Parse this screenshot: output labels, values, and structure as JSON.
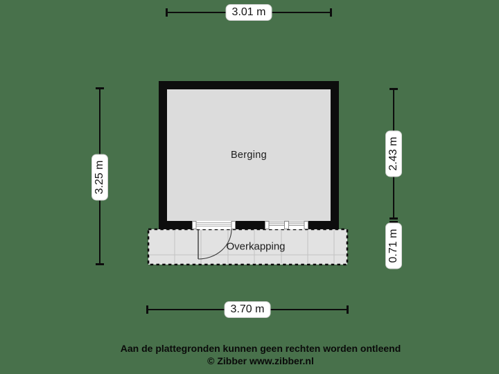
{
  "plan": {
    "rooms": {
      "main_label": "Berging",
      "canopy_label": "Overkapping"
    },
    "dimensions": {
      "top": "3.01 m",
      "left": "3.25 m",
      "right_upper": "2.43 m",
      "right_lower": "0.71 m",
      "bottom": "3.70 m"
    }
  },
  "footer": {
    "disclaimer": "Aan de plattegronden kunnen geen rechten worden ontleend",
    "copyright": "© Zibber www.zibber.nl"
  },
  "colors": {
    "background": "#48714b",
    "wall": "#0d0d0d",
    "room_floor": "#dcdcdc",
    "canopy_floor": "#e2e2e2",
    "canopy_grid": "#c2c2c2",
    "dimension_label_bg": "#ffffff",
    "text": "#141414"
  }
}
